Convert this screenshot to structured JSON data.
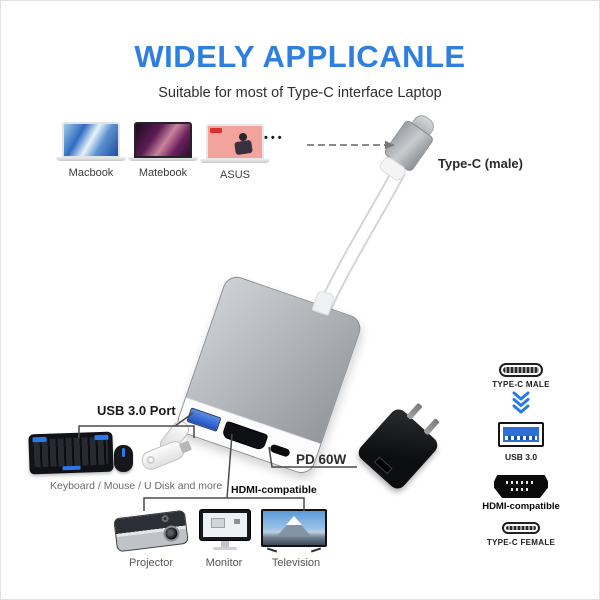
{
  "header": {
    "title": "WIDELY APPLICANLE",
    "subtitle": "Suitable for most of Type-C interface Laptop"
  },
  "laptops": {
    "items": [
      {
        "label": "Macbook"
      },
      {
        "label": "Matebook"
      },
      {
        "label": "ASUS"
      }
    ],
    "more_dots": "•••"
  },
  "cable": {
    "connector_label": "Type-C (male)"
  },
  "usb_section": {
    "title": "USB 3.0 Port",
    "caption": "Keyboard / Mouse / U Disk and more"
  },
  "pd_section": {
    "label": "PD 60W"
  },
  "hdmi_section": {
    "title": "HDMI-compatible",
    "devices": [
      {
        "label": "Projector"
      },
      {
        "label": "Monitor"
      },
      {
        "label": "Television"
      }
    ]
  },
  "legend": {
    "items": [
      {
        "label": "TYPE-C MALE"
      },
      {
        "label": "USB 3.0"
      },
      {
        "label": "HDMI-compatible"
      },
      {
        "label": "TYPE-C FEMALE"
      }
    ]
  },
  "colors": {
    "title_blue": "#2e7fe0",
    "usb_port_blue": "#2e6fd6",
    "chevron_blue": "#2979e8",
    "hub_silver": "#b2b6ba",
    "charger_black": "#0d0e10"
  }
}
